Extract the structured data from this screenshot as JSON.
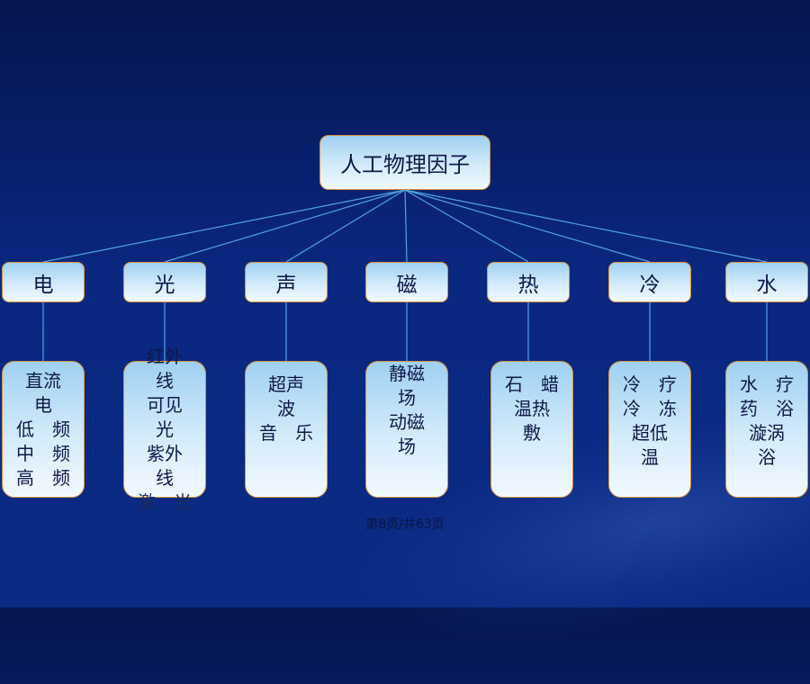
{
  "root": "人工物理因子",
  "categories": [
    {
      "label": "电",
      "details": [
        "直流",
        "电",
        "低　频",
        "中　频",
        "高　频"
      ]
    },
    {
      "label": "光",
      "details": [
        "红外",
        "线",
        "可见",
        "光",
        "紫外",
        "线",
        "激　光"
      ]
    },
    {
      "label": "声",
      "details": [
        "超声",
        "波",
        "音　乐"
      ]
    },
    {
      "label": "磁",
      "details": [
        "静磁",
        "场",
        "动磁",
        "场"
      ]
    },
    {
      "label": "热",
      "details": [
        "石　蜡",
        "温热",
        "敷"
      ]
    },
    {
      "label": "冷",
      "details": [
        "冷　疗",
        "冷　冻",
        "超低",
        "温"
      ]
    },
    {
      "label": "水",
      "details": [
        "水　疗",
        "药　浴",
        "漩涡",
        "浴"
      ]
    }
  ],
  "footer": "第8页/共63页",
  "colors": {
    "line": "#4fa3e0",
    "box_border": "#d9943a",
    "text": "#10184a"
  }
}
